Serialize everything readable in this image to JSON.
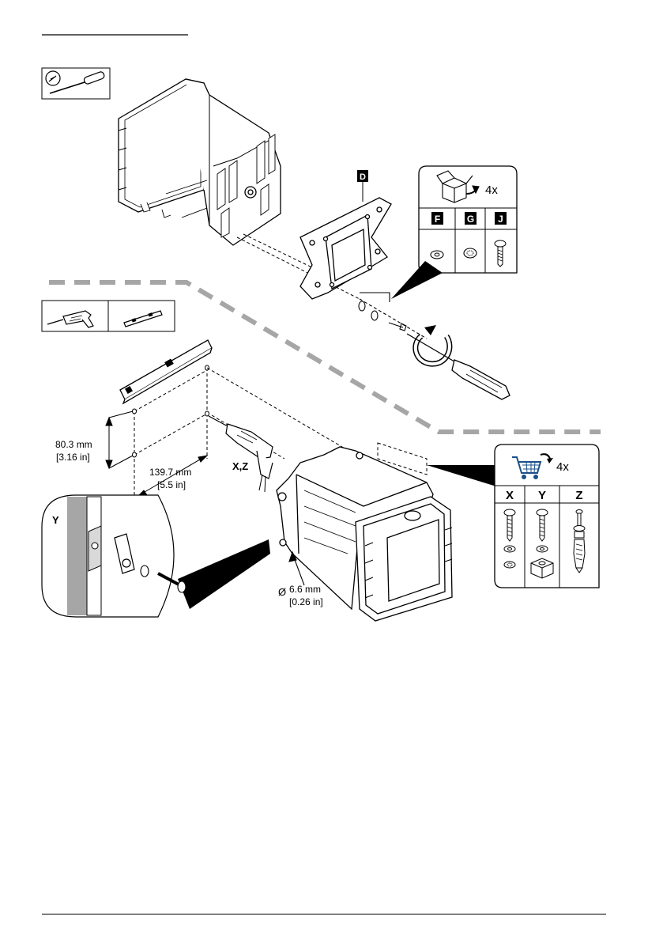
{
  "header_rule": true,
  "labels": {
    "d": "D",
    "f": "F",
    "g": "G",
    "j": "J",
    "qty_top": "4x",
    "qty_bottom": "4x",
    "x": "X",
    "y": "Y",
    "z": "Z",
    "xz": "X,Z",
    "y_detail": "Y"
  },
  "dimensions": {
    "vertical_mm": "80.3 mm",
    "vertical_in": "[3.16 in]",
    "horizontal_mm": "139.7 mm",
    "horizontal_in": "[5.5 in]",
    "diameter_sym": "Ø",
    "diameter_mm": "6.6 mm",
    "diameter_in": "[0.26 in]"
  },
  "colors": {
    "ink": "#000000",
    "dash_gray": "#a6a6a6",
    "cart_blue": "#1a4f8a",
    "shade": "#d9d9d9"
  },
  "icons": [
    "screwdriver-icon",
    "drill-icon",
    "level-icon",
    "box-icon",
    "cart-icon",
    "washer-icon",
    "lock-washer-icon",
    "screw-icon",
    "anchor-icon",
    "rotate-arrow-icon"
  ]
}
